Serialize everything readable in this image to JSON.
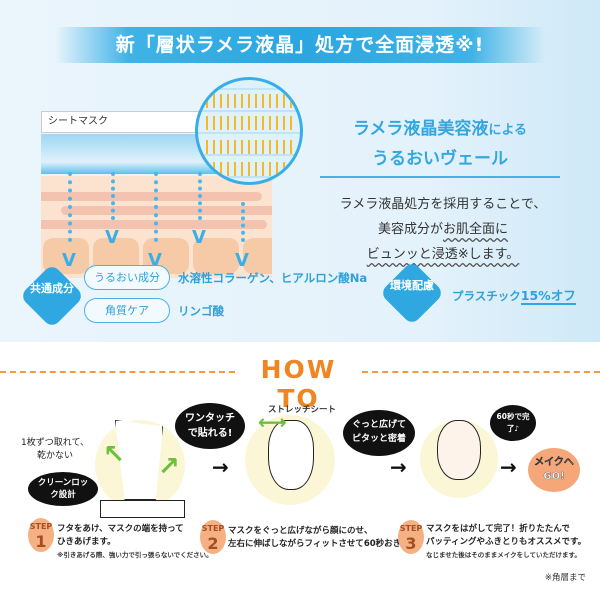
{
  "banner": {
    "title": "新「層状ラメラ液晶」処方で全面浸透※!"
  },
  "diagram": {
    "sheet_label": "シートマスク"
  },
  "feature": {
    "title_main": "ラメラ液晶美容液",
    "title_suffix": "による",
    "title_line2": "うるおいヴェール",
    "desc_line1": "ラメラ液晶処方を採用することで、",
    "desc_line2a": "美容成分が",
    "desc_line2b": "お肌全面に",
    "desc_line3": "ビュンッと浸透※します。"
  },
  "ingredients": {
    "badge": "共通成分",
    "items": [
      {
        "label": "うるおい成分",
        "value": "水溶性コラーゲン、ヒアルロン酸Na"
      },
      {
        "label": "角質ケア",
        "value": "リンゴ酸"
      }
    ]
  },
  "eco": {
    "badge": "環境配慮",
    "text": "プラスチック",
    "highlight": "15%オフ"
  },
  "howto": {
    "title": "HOW TO",
    "step1": {
      "side_note": "1枚ずつ取れて、乾かない",
      "bubble_lock": "クリーンロック設計",
      "bubble": "ワンタッチで貼れる!",
      "badge": "STEP",
      "num": "1",
      "line1": "フタをあけ、マスクの端を持って",
      "line2": "ひきあげます。",
      "note": "※引きあげる際、強い力で引っ張らないでください。"
    },
    "step2": {
      "stretch_label": "ストレッチシート",
      "bubble": "ぐっと広げてピタッと密着",
      "badge": "STEP",
      "num": "2",
      "line1": "マスクをぐっと広げながら顔にのせ、",
      "line2": "左右に伸ばしながらフィットさせて60秒おきます。"
    },
    "step3": {
      "bubble": "60秒で完了♪",
      "badge": "STEP",
      "num": "3",
      "line1": "マスクをはがして完了！折りたたんで",
      "line2": "パッティングやふきとりもオススメです。",
      "note": "なじませた後はそのままメイクをしていただけます。"
    },
    "finish": "メイクへGO!"
  },
  "footnote": "※角層まで",
  "colors": {
    "accent_blue": "#2fa8e2",
    "accent_orange": "#f08524",
    "skin": "#fbe3cf"
  }
}
